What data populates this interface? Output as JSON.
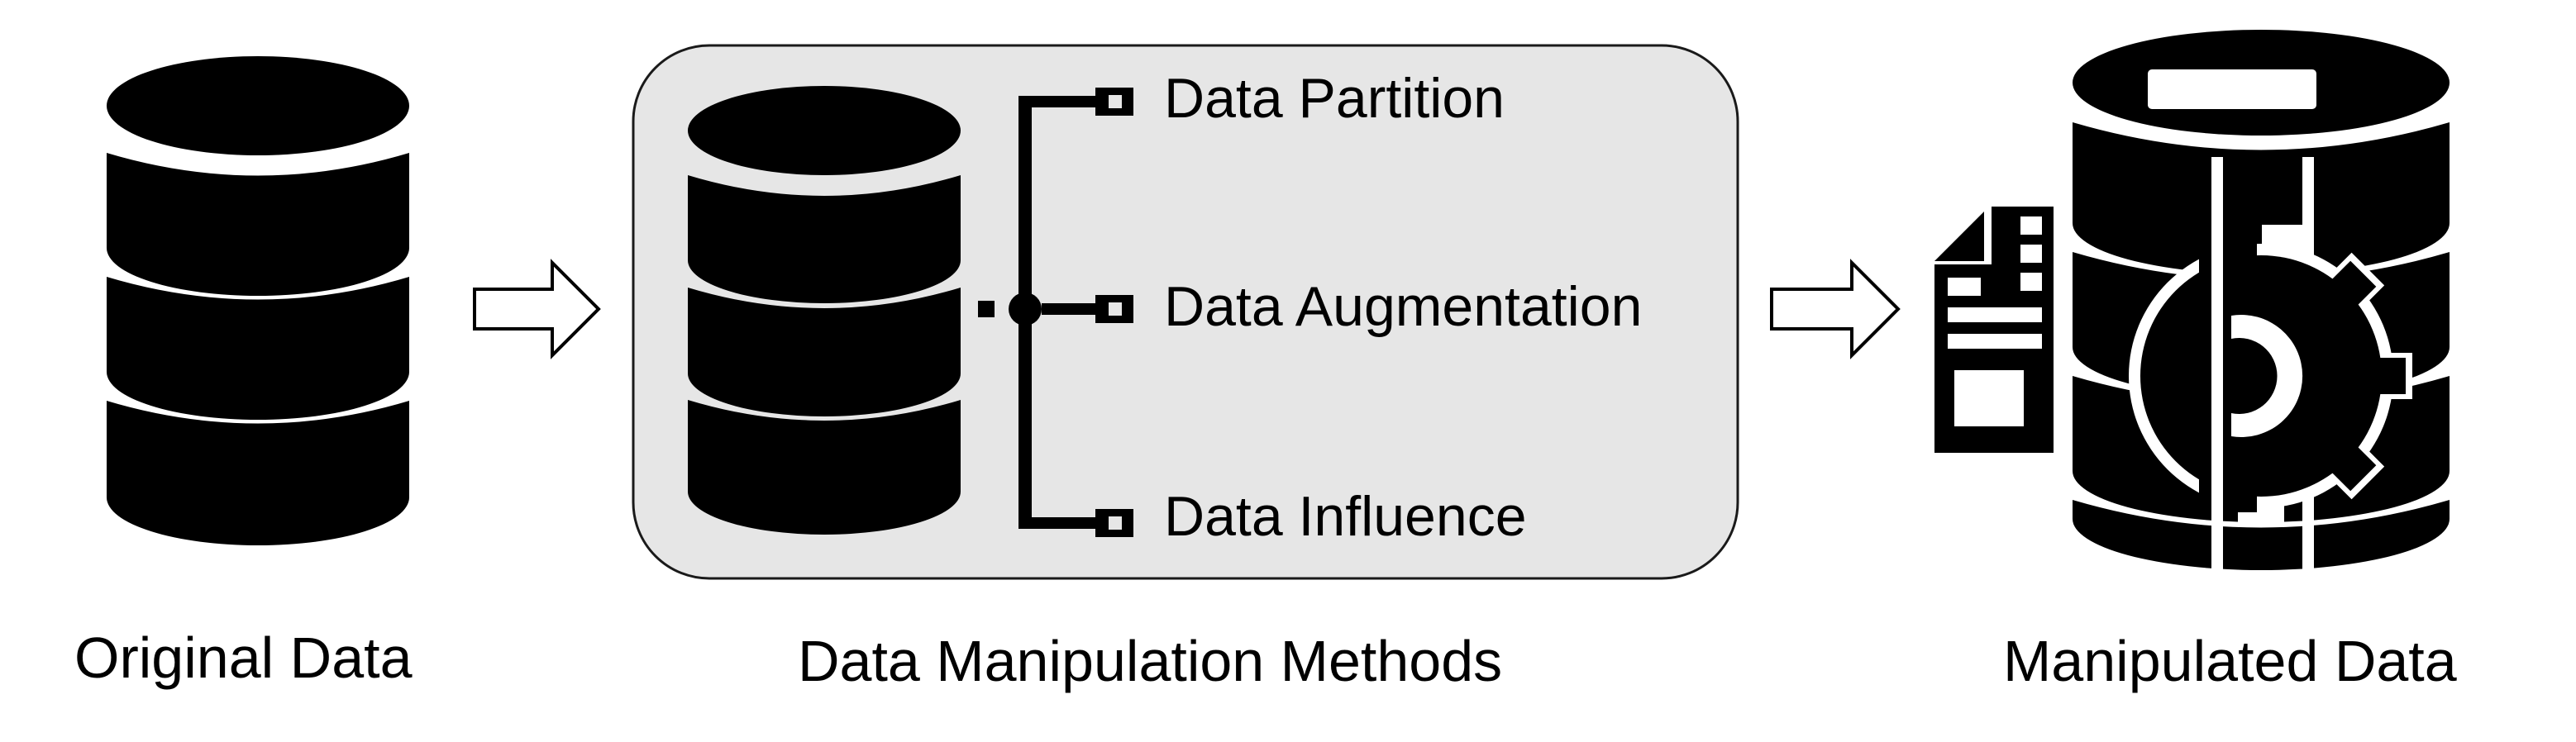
{
  "diagram": {
    "stages": [
      {
        "id": "original",
        "icon": "database-icon",
        "label": "Original Data"
      },
      {
        "id": "methods",
        "icon": "database-icon",
        "label": "Data Manipulation Methods"
      },
      {
        "id": "manipulated",
        "icon": "database-gear-document-icon",
        "label": "Manipulated Data"
      }
    ],
    "methods": [
      "Data Partition",
      "Data Augmentation",
      "Data Influence"
    ],
    "colors": {
      "ink": "#000000",
      "panel_fill": "#e6e6e6",
      "panel_stroke": "#1a1a1a",
      "background": "#ffffff"
    }
  }
}
